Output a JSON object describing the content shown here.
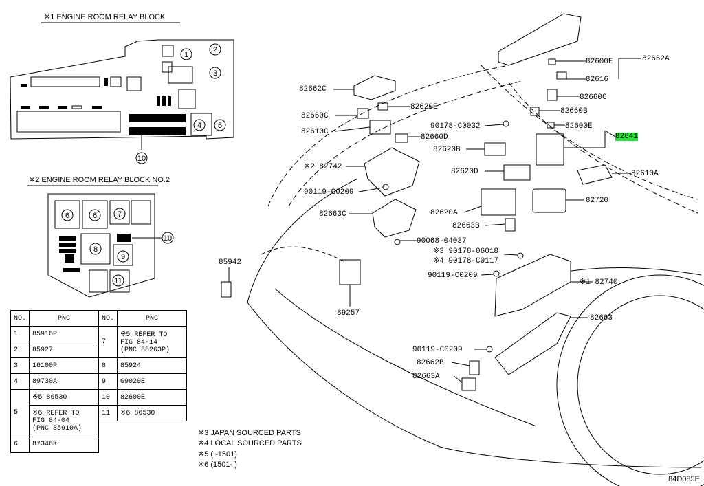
{
  "block1": {
    "title": "※1 ENGINE ROOM RELAY BLOCK",
    "circles": [
      "1",
      "2",
      "3",
      "4",
      "5",
      "10"
    ]
  },
  "block2": {
    "title": "※2 ENGINE ROOM RELAY BLOCK NO.2",
    "circles": [
      "6",
      "6",
      "7",
      "8",
      "9",
      "11",
      "10"
    ]
  },
  "table": {
    "headers": [
      "NO.",
      "PNC",
      "NO.",
      "PNC"
    ],
    "left": [
      {
        "no": "1",
        "pnc": "85916P"
      },
      {
        "no": "2",
        "pnc": "85927"
      },
      {
        "no": "3",
        "pnc": "16100P"
      },
      {
        "no": "4",
        "pnc": "89730A"
      },
      {
        "no": "5",
        "pnc_a": "※5 86530",
        "pnc_b1": "※6 REFER TO",
        "pnc_b2": "FIG 84-04",
        "pnc_b3": "(PNC 85910A)"
      },
      {
        "no": "6",
        "pnc": "87346K"
      }
    ],
    "right": [
      {
        "no": "7",
        "l1": "※5 REFER TO",
        "l2": "FIG 84-14",
        "l3": "(PNC 88263P)"
      },
      {
        "no": "8",
        "pnc": "85924"
      },
      {
        "no": "9",
        "pnc": "G9020E"
      },
      {
        "no": "10",
        "pnc": "82600E"
      },
      {
        "no": "11",
        "pnc": "※6 86530"
      }
    ]
  },
  "notes": [
    "※3 JAPAN SOURCED PARTS",
    "※4 LOCAL SOURCED PARTS",
    "※5 (     -1501)",
    "※6 (1501-     )"
  ],
  "labels": {
    "p82662A": "82662A",
    "p82600E_1": "82600E",
    "p82616": "82616",
    "p82660C_r": "82660C",
    "p82660B": "82660B",
    "p82600E_2": "82600E",
    "p82641": "82641",
    "p82662C": "82662C",
    "p82620E": "82620E",
    "p82660C_l": "82660C",
    "p82610C": "82610C",
    "p82660D": "82660D",
    "p90178_0032": "90178-C0032",
    "p82620B": "82620B",
    "p82742": "※2 82742",
    "p82620D": "82620D",
    "p82610A": "82610A",
    "p90119_top": "90119-C0209",
    "p82720": "82720",
    "p82663C": "82663C",
    "p82620A": "82620A",
    "p82663B": "82663B",
    "p90068": "90068-04037",
    "p85942": "85942",
    "p90178_06018": "※3 90178-06018",
    "p90178_0117": "※4 90178-C0117",
    "p90119_mid": "90119-C0209",
    "p82740": "※1 82740",
    "p89257": "89257",
    "p82663": "82663",
    "p90119_bot": "90119-C0209",
    "p82662B": "82662B",
    "p82663A": "82663A"
  },
  "ref": "84D085E",
  "colors": {
    "highlight": "#22e236"
  }
}
